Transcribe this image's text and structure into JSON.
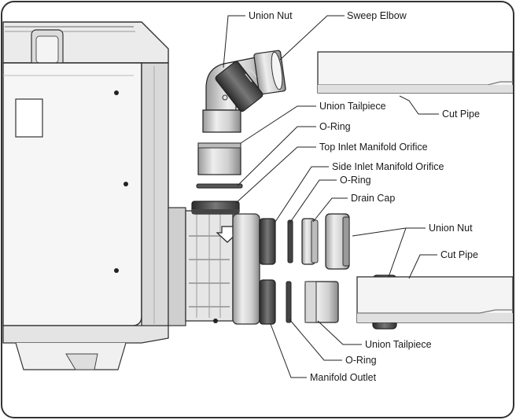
{
  "labels": {
    "union_nut_top": "Union Nut",
    "sweep_elbow": "Sweep Elbow",
    "cut_pipe_top": "Cut Pipe",
    "union_tailpiece_top": "Union Tailpiece",
    "o_ring_top": "O-Ring",
    "top_inlet_manifold_orifice": "Top Inlet Manifold Orifice",
    "side_inlet_manifold_orifice": "Side Inlet Manifold Orifice",
    "o_ring_mid": "O-Ring",
    "drain_cap": "Drain Cap",
    "union_nut_right": "Union Nut",
    "cut_pipe_right": "Cut Pipe",
    "union_tailpiece_bottom": "Union Tailpiece",
    "o_ring_bottom": "O-Ring",
    "manifold_outlet": "Manifold Outlet"
  }
}
